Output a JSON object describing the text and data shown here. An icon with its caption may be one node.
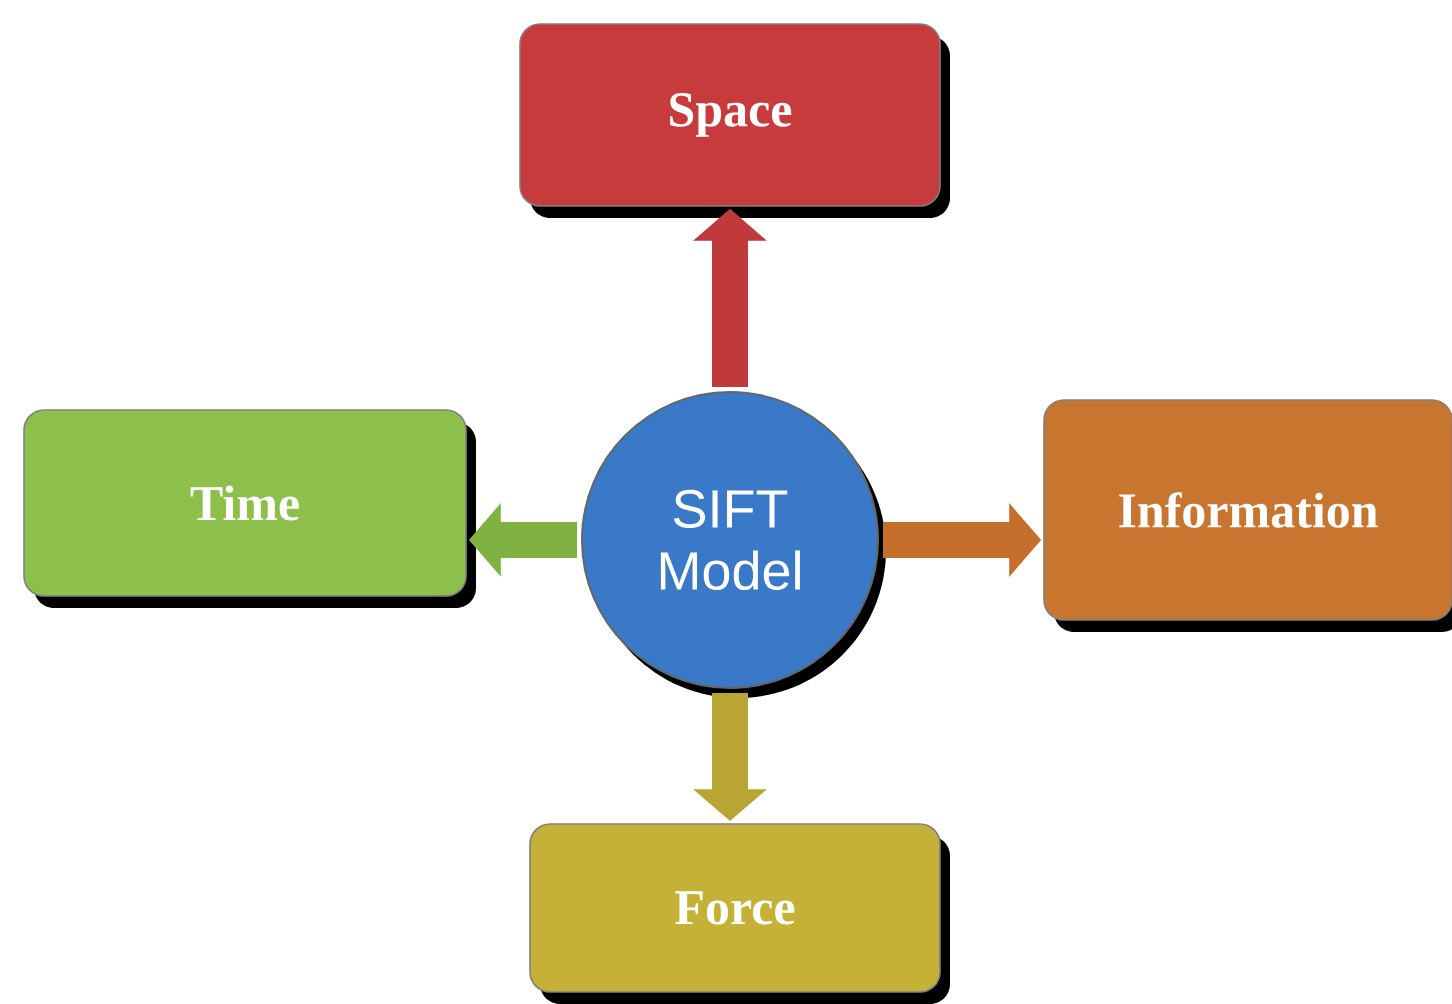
{
  "diagram": {
    "nodes": [
      {
        "text": [
          "SIFT Model"
        ]
      },
      {
        "text": [
          "Space"
        ]
      },
      {
        "text": [
          "Time"
        ]
      },
      {
        "text": [
          "Information"
        ]
      },
      {
        "text": [
          "Force"
        ]
      }
    ],
    "edges": [
      {
        "from": 0,
        "to": 1,
        "arrow": "to",
        "color": "#c0393b"
      },
      {
        "from": 0,
        "to": 2,
        "arrow": "to",
        "color": "#7fb241"
      },
      {
        "from": 0,
        "to": 3,
        "arrow": "to",
        "color": "#c46f2c"
      },
      {
        "from": 0,
        "to": 4,
        "arrow": "to",
        "color": "#b9a533"
      }
    ]
  }
}
